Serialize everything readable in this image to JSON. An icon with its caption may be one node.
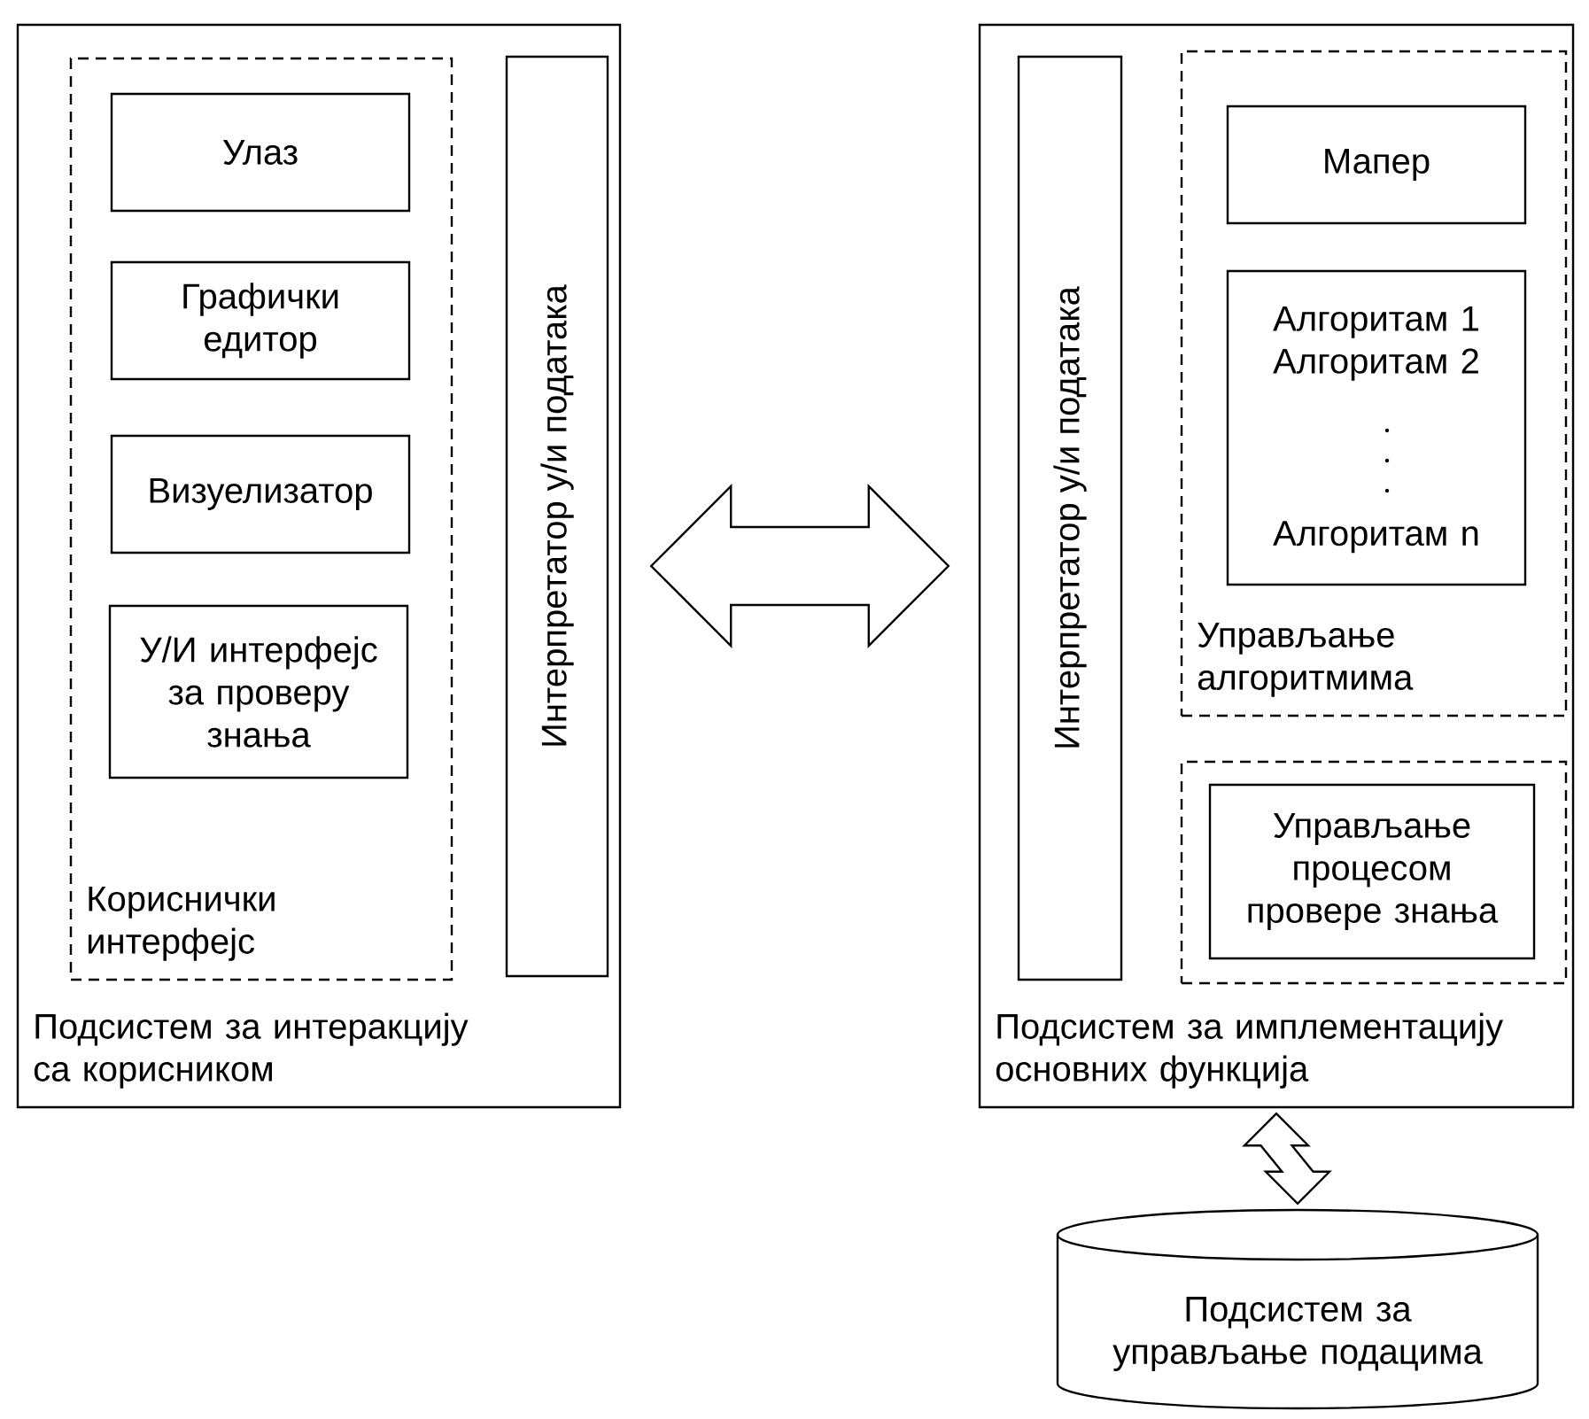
{
  "diagram": {
    "nodes": [
      {
        "text": [
          "Подсистем за интеракцију са корисником"
        ]
      },
      {
        "text": [
          "Кориснички интерфејс"
        ],
        "in": 0
      },
      {
        "text": [
          "Улаз"
        ],
        "in": 1
      },
      {
        "text": [
          "Графички едитор"
        ],
        "in": 1
      },
      {
        "text": [
          "Визуелизатор"
        ],
        "in": 1
      },
      {
        "text": [
          "У/И интерфејс за проверу знања"
        ],
        "in": 1
      },
      {
        "text": [
          "Интерпретатор у/и података"
        ],
        "in": 0
      },
      {
        "text": [
          "Подсистем за имплементацију основних функција"
        ]
      },
      {
        "text": [
          "Интерпретатор у/и података"
        ],
        "in": 7
      },
      {
        "text": [
          "Управљање алгоритмима"
        ],
        "in": 7
      },
      {
        "text": [
          "Мапер"
        ],
        "in": 9
      },
      {
        "text": [
          "Алгоритам 1",
          "Алгоритам 2",
          "Алгоритам n"
        ],
        "in": 9
      },
      {
        "text": [],
        "shape": "box",
        "in": 7
      },
      {
        "text": [
          "Управљање процесом провере знања"
        ],
        "in": 12
      },
      {
        "text": [
          "Подсистем за управљање подацима"
        ]
      }
    ],
    "edges": [
      {
        "from": 0,
        "to": 7,
        "arrow": "both"
      },
      {
        "from": 7,
        "to": 14,
        "arrow": "both"
      }
    ]
  }
}
